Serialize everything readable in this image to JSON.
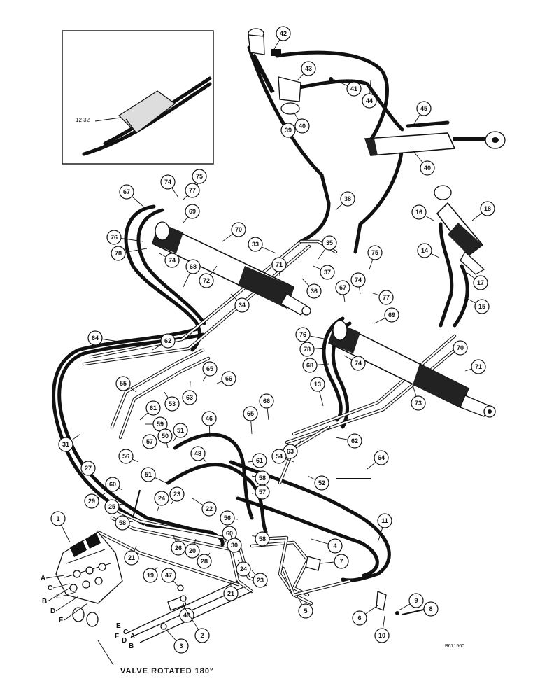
{
  "inset_label": "12 32",
  "caption": "VALVE ROTATED 180°",
  "drawing_code": "B671560",
  "valve_port_letters_left": [
    "A",
    "C",
    "E",
    "B",
    "D",
    "F"
  ],
  "line_end_letters": [
    "E",
    "C",
    "F",
    "A",
    "D",
    "B"
  ],
  "callouts": [
    {
      "id": "c42",
      "label": "42"
    },
    {
      "id": "c43",
      "label": "43"
    },
    {
      "id": "c41",
      "label": "41"
    },
    {
      "id": "c44",
      "label": "44"
    },
    {
      "id": "c45",
      "label": "45"
    },
    {
      "id": "c39",
      "label": "39"
    },
    {
      "id": "c40a",
      "label": "40"
    },
    {
      "id": "c40b",
      "label": "40"
    },
    {
      "id": "c75a",
      "label": "75"
    },
    {
      "id": "c74a",
      "label": "74"
    },
    {
      "id": "c77a",
      "label": "77"
    },
    {
      "id": "c38",
      "label": "38"
    },
    {
      "id": "c67a",
      "label": "67"
    },
    {
      "id": "c69a",
      "label": "69"
    },
    {
      "id": "c70a",
      "label": "70"
    },
    {
      "id": "c76a",
      "label": "76"
    },
    {
      "id": "c78a",
      "label": "78"
    },
    {
      "id": "c74b",
      "label": "74"
    },
    {
      "id": "c33",
      "label": "33"
    },
    {
      "id": "c68a",
      "label": "68"
    },
    {
      "id": "c72",
      "label": "72"
    },
    {
      "id": "c71a",
      "label": "71"
    },
    {
      "id": "c35",
      "label": "35"
    },
    {
      "id": "c37",
      "label": "37"
    },
    {
      "id": "c36",
      "label": "36"
    },
    {
      "id": "c34",
      "label": "34"
    },
    {
      "id": "c16",
      "label": "16"
    },
    {
      "id": "c18",
      "label": "18"
    },
    {
      "id": "c14",
      "label": "14"
    },
    {
      "id": "c17",
      "label": "17"
    },
    {
      "id": "c15",
      "label": "15"
    },
    {
      "id": "c75b",
      "label": "75"
    },
    {
      "id": "c67b",
      "label": "67"
    },
    {
      "id": "c74c",
      "label": "74"
    },
    {
      "id": "c77b",
      "label": "77"
    },
    {
      "id": "c69b",
      "label": "69"
    },
    {
      "id": "c76b",
      "label": "76"
    },
    {
      "id": "c78b",
      "label": "78"
    },
    {
      "id": "c74d",
      "label": "74"
    },
    {
      "id": "c68b",
      "label": "68"
    },
    {
      "id": "c70b",
      "label": "70"
    },
    {
      "id": "c71b",
      "label": "71"
    },
    {
      "id": "c73",
      "label": "73"
    },
    {
      "id": "c64a",
      "label": "64"
    },
    {
      "id": "c62a",
      "label": "62"
    },
    {
      "id": "c65a",
      "label": "65"
    },
    {
      "id": "c66a",
      "label": "66"
    },
    {
      "id": "c63a",
      "label": "63"
    },
    {
      "id": "c55",
      "label": "55"
    },
    {
      "id": "c53",
      "label": "53"
    },
    {
      "id": "c13",
      "label": "13"
    },
    {
      "id": "c66b",
      "label": "66"
    },
    {
      "id": "c61a",
      "label": "61"
    },
    {
      "id": "c59",
      "label": "59"
    },
    {
      "id": "c50",
      "label": "50"
    },
    {
      "id": "c51a",
      "label": "51"
    },
    {
      "id": "c57a",
      "label": "57"
    },
    {
      "id": "c46",
      "label": "46"
    },
    {
      "id": "c65b",
      "label": "65"
    },
    {
      "id": "c31",
      "label": "31"
    },
    {
      "id": "c62b",
      "label": "62"
    },
    {
      "id": "c63b",
      "label": "63"
    },
    {
      "id": "c54",
      "label": "54"
    },
    {
      "id": "c64b",
      "label": "64"
    },
    {
      "id": "c56a",
      "label": "56"
    },
    {
      "id": "c48",
      "label": "48"
    },
    {
      "id": "c61b",
      "label": "61"
    },
    {
      "id": "c51b",
      "label": "51"
    },
    {
      "id": "c52",
      "label": "52"
    },
    {
      "id": "c58a",
      "label": "58"
    },
    {
      "id": "c27",
      "label": "27"
    },
    {
      "id": "c60a",
      "label": "60"
    },
    {
      "id": "c57b",
      "label": "57"
    },
    {
      "id": "c29",
      "label": "29"
    },
    {
      "id": "c24a",
      "label": "24"
    },
    {
      "id": "c23a",
      "label": "23"
    },
    {
      "id": "c25",
      "label": "25"
    },
    {
      "id": "c22",
      "label": "22"
    },
    {
      "id": "c1",
      "label": "1"
    },
    {
      "id": "c58b",
      "label": "58"
    },
    {
      "id": "c56b",
      "label": "56"
    },
    {
      "id": "c11",
      "label": "11"
    },
    {
      "id": "c60b",
      "label": "60"
    },
    {
      "id": "c26",
      "label": "26"
    },
    {
      "id": "c20",
      "label": "20"
    },
    {
      "id": "c30",
      "label": "30"
    },
    {
      "id": "c58c",
      "label": "58"
    },
    {
      "id": "c4",
      "label": "4"
    },
    {
      "id": "c21a",
      "label": "21"
    },
    {
      "id": "c28",
      "label": "28"
    },
    {
      "id": "c24b",
      "label": "24"
    },
    {
      "id": "c23b",
      "label": "23"
    },
    {
      "id": "c7",
      "label": "7"
    },
    {
      "id": "c19",
      "label": "19"
    },
    {
      "id": "c47",
      "label": "47"
    },
    {
      "id": "c21b",
      "label": "21"
    },
    {
      "id": "c49",
      "label": "49"
    },
    {
      "id": "c5",
      "label": "5"
    },
    {
      "id": "c9",
      "label": "9"
    },
    {
      "id": "c8",
      "label": "8"
    },
    {
      "id": "c6",
      "label": "6"
    },
    {
      "id": "c10",
      "label": "10"
    },
    {
      "id": "c2",
      "label": "2"
    },
    {
      "id": "c3",
      "label": "3"
    }
  ]
}
